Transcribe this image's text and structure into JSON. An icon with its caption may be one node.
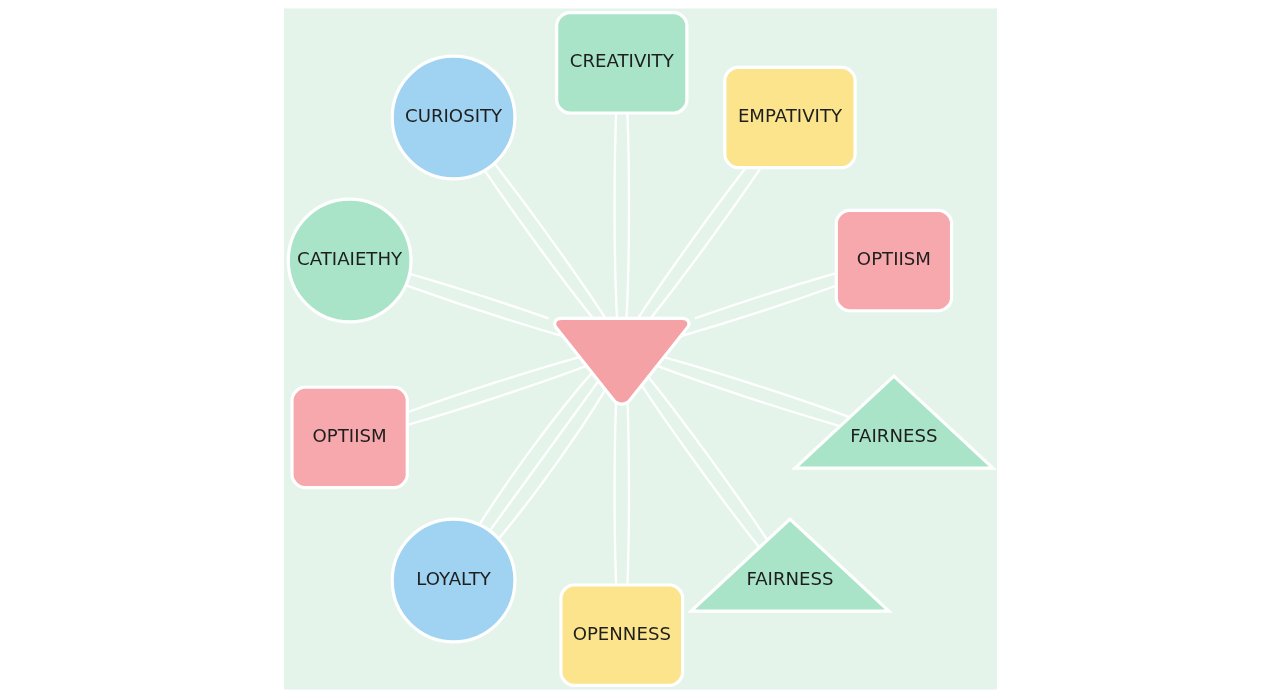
{
  "diagram": {
    "nodes": [
      {
        "text": [
          "CREATIVITY"
        ]
      },
      {
        "text": [
          "EMPATIVITY"
        ]
      },
      {
        "text": [
          "CURIOSITY"
        ]
      },
      {
        "text": [
          "CATIAIETHY"
        ]
      },
      {
        "text": [
          "OPTIISM"
        ]
      },
      {
        "text": [],
        "shape": "heart"
      },
      {
        "text": [
          "OPTIISM"
        ]
      },
      {
        "text": [
          "FAIRNESS"
        ]
      },
      {
        "text": [
          "LOYALTY"
        ]
      },
      {
        "text": [
          "FAIRNESS"
        ]
      },
      {
        "text": [
          "OPENNESS"
        ]
      }
    ],
    "edges": [
      {
        "from": 0,
        "to": 5,
        "arrow": "none"
      },
      {
        "from": 0,
        "to": 5,
        "arrow": "none"
      },
      {
        "from": 1,
        "to": 5,
        "arrow": "none"
      },
      {
        "from": 1,
        "to": 5,
        "arrow": "none"
      },
      {
        "from": 4,
        "to": 5,
        "arrow": "none"
      },
      {
        "from": 4,
        "to": 5,
        "arrow": "none"
      },
      {
        "from": 7,
        "to": 5,
        "arrow": "none"
      },
      {
        "from": 7,
        "to": 5,
        "arrow": "none"
      },
      {
        "from": 9,
        "to": 5,
        "arrow": "none"
      },
      {
        "from": 9,
        "to": 5,
        "arrow": "none"
      },
      {
        "from": 10,
        "to": 5,
        "arrow": "none"
      },
      {
        "from": 10,
        "to": 5,
        "arrow": "none"
      },
      {
        "from": 8,
        "to": 5,
        "arrow": "none"
      },
      {
        "from": 8,
        "to": 5,
        "arrow": "none"
      },
      {
        "from": 8,
        "to": 5,
        "arrow": "none"
      },
      {
        "from": 6,
        "to": 5,
        "arrow": "none"
      },
      {
        "from": 6,
        "to": 5,
        "arrow": "none"
      },
      {
        "from": 3,
        "to": 5,
        "arrow": "none"
      },
      {
        "from": 3,
        "to": 5,
        "arrow": "none"
      },
      {
        "from": 2,
        "to": 5,
        "arrow": "none"
      },
      {
        "from": 2,
        "to": 5,
        "arrow": "none"
      }
    ]
  }
}
